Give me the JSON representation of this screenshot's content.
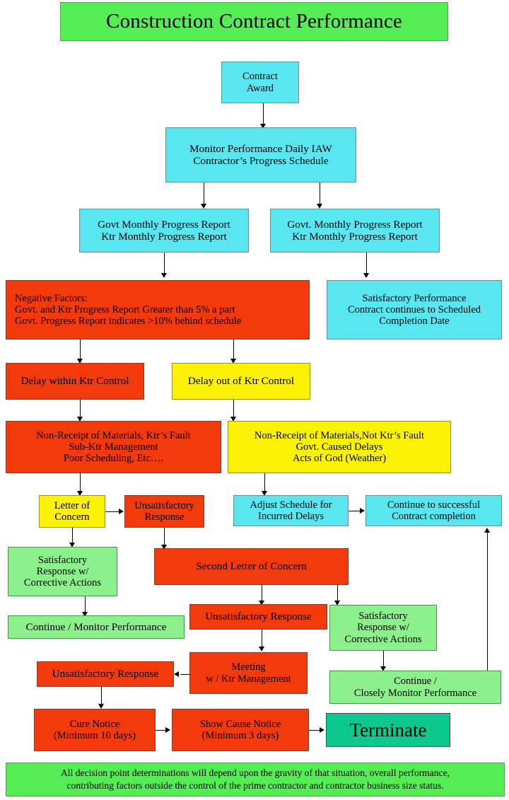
{
  "title": "Construction Contract Performance",
  "nodes": {
    "contract_award": "Contract\nAward",
    "monitor": "Monitor Performance Daily IAW\nContractor’s Progress Schedule",
    "govt_report_left": "Govt Monthly Progress Report\nKtr Monthly Progress Report",
    "govt_report_right": "Govt. Monthly Progress Report\nKtr Monthly Progress Report",
    "negative_factors": "Negative Factors:\nGovt. and Ktr Progress Report Greater than 5% a part\nGovt. Progress Report indicates >10% behind schedule",
    "satisfactory_performance": "Satisfactory Performance\nContract continues to Scheduled\nCompletion Date",
    "delay_within": "Delay within Ktr Control",
    "delay_out": "Delay out of Ktr Control",
    "non_receipt_fault": "Non-Receipt of Materials, Ktr’s Fault\nSub-Ktr Management\nPoor Scheduling, Etc….",
    "non_receipt_not_fault": "Non-Receipt of Materials,Not Ktr’s Fault\nGovt. Caused Delays\nActs of God (Weather)",
    "letter_of_concern": "Letter of\nConcern",
    "unsat_response_1": "Unsatisfactory\nResponse",
    "adjust_schedule": "Adjust Schedule for\nIncurred Delays",
    "continue_successful": "Continue to successful\nContract completion",
    "sat_response_1": "Satisfactory\nResponse w/\nCorrective Actions",
    "second_letter": "Second Letter of Concern",
    "continue_monitor": "Continue / Monitor Performance",
    "unsat_response_2": "Unsatisfactory Response",
    "sat_response_2": "Satisfactory\nResponse w/\nCorrective Actions",
    "unsat_response_3": "Unsatisfactory Response",
    "meeting": "Meeting\nw / Ktr Management",
    "continue_closely": "Continue /\nClosely  Monitor Performance",
    "cure_notice": "Cure Notice\n(Minimum 10 days)",
    "show_cause": "Show Cause Notice\n(Minimum 3 days)",
    "terminate": "Terminate"
  },
  "footer": "All decision point determinations will depend upon the gravity of that situation, overall performance,\ncontributing factors outside the control of the prime contractor and contractor business size status.",
  "colors": {
    "title_green": "#54EE54",
    "cyan": "#58E6F0",
    "red": "#F23A0C",
    "yellow": "#FCF205",
    "light_green": "#8CF08C",
    "teal": "#0BC98E",
    "connector": "#000000"
  }
}
